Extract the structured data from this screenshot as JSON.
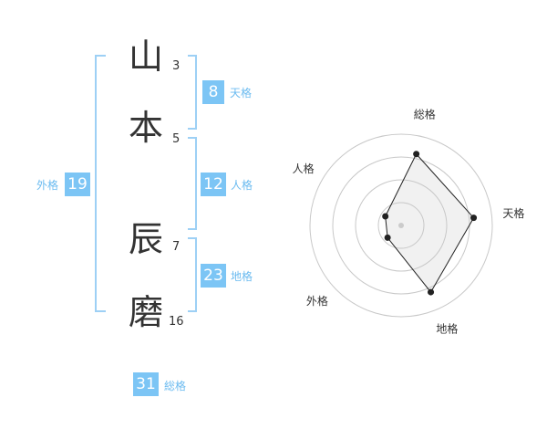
{
  "name": {
    "chars": [
      {
        "char": "山",
        "strokes": "3"
      },
      {
        "char": "本",
        "strokes": "5"
      },
      {
        "char": "辰",
        "strokes": "7"
      },
      {
        "char": "磨",
        "strokes": "16"
      }
    ]
  },
  "kakusu": {
    "tenkaku": {
      "value": "8",
      "label": "天格"
    },
    "jinkaku": {
      "value": "12",
      "label": "人格"
    },
    "chikaku": {
      "value": "23",
      "label": "地格"
    },
    "gaikaku": {
      "value": "19",
      "label": "外格"
    },
    "soukaku": {
      "value": "31",
      "label": "総格"
    }
  },
  "colors": {
    "accent": "#7cc5f5",
    "bracket": "#9dd0f5",
    "label": "#6bbbf0",
    "text": "#333333"
  },
  "chart_data": {
    "type": "radar",
    "axes": [
      "総格",
      "天格",
      "地格",
      "外格",
      "人格"
    ],
    "values": [
      4,
      4,
      4,
      1,
      1
    ],
    "range": [
      0,
      5
    ],
    "rings": 4,
    "grid": true
  }
}
